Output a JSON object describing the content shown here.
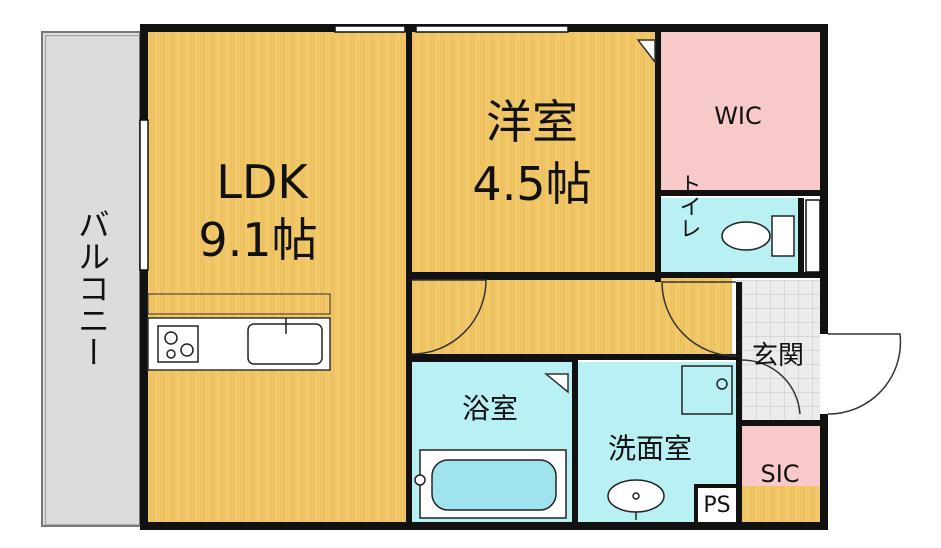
{
  "colors": {
    "wood": "#f2c96a",
    "wood_stripe": "#e9bb55",
    "wet_area": "#b9f0f4",
    "closet": "#f8c9c9",
    "balcony": "#dcdcdc",
    "entrance_tile": "#ececec",
    "wall": "#111111"
  },
  "rooms": {
    "ldk_name": "LDK",
    "ldk_size": "9.1帖",
    "western_name": "洋室",
    "western_size": "4.5帖",
    "wic": "WIC",
    "toilet": "トイレ",
    "entrance": "玄関",
    "bathroom": "浴室",
    "washroom": "洗面室",
    "sic": "SIC",
    "ps": "PS",
    "balcony": "バルコニー"
  },
  "icons": {
    "stove": "stove-icon",
    "sink": "kitchen-sink-icon",
    "toilet": "toilet-icon",
    "bathtub": "bathtub-icon",
    "wash_basin": "wash-basin-icon",
    "washer": "washing-machine-pan-icon"
  }
}
